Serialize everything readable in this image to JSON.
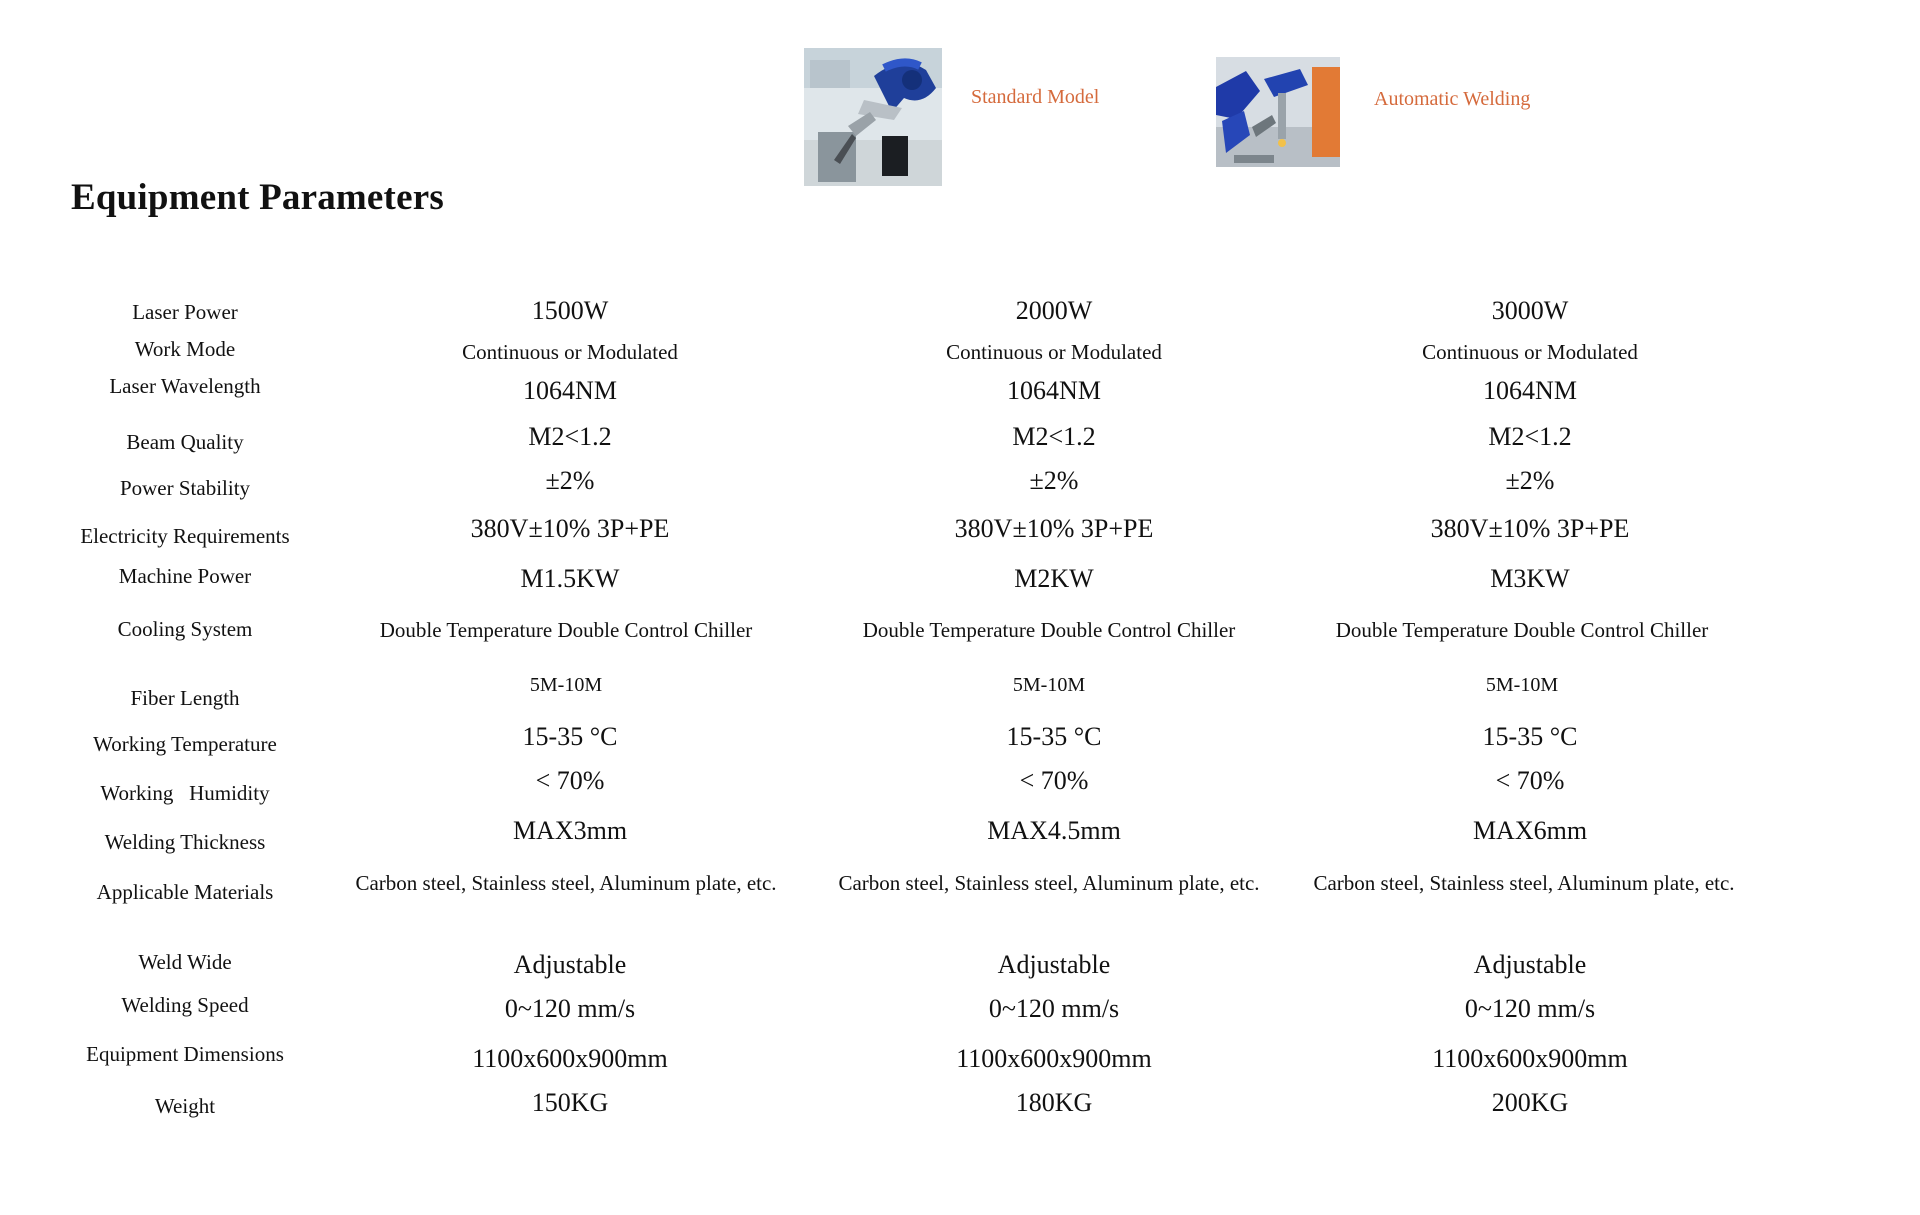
{
  "header": {
    "cards": [
      {
        "label": "Standard Model"
      },
      {
        "label": "Automatic Welding"
      }
    ]
  },
  "title": "Equipment Parameters",
  "rows": [
    {
      "label": "Laser Power",
      "values": [
        "1500W",
        "2000W",
        "3000W"
      ]
    },
    {
      "label": "Work Mode",
      "values": [
        "Continuous or Modulated",
        "Continuous or Modulated",
        "Continuous or Modulated"
      ]
    },
    {
      "label": "Laser Wavelength",
      "values": [
        "1064NM",
        "1064NM",
        "1064NM"
      ]
    },
    {
      "label": "Beam Quality",
      "values": [
        "M2<1.2",
        "M2<1.2",
        "M2<1.2"
      ]
    },
    {
      "label": "Power Stability",
      "values": [
        "±2%",
        "±2%",
        "±2%"
      ]
    },
    {
      "label": "Electricity Requirements",
      "values": [
        "380V±10% 3P+PE",
        "380V±10% 3P+PE",
        "380V±10% 3P+PE"
      ]
    },
    {
      "label": "Machine Power",
      "values": [
        "M1.5KW",
        "M2KW",
        "M3KW"
      ]
    },
    {
      "label": "Cooling System",
      "values": [
        "Double Temperature Double Control Chiller",
        "Double Temperature Double Control Chiller",
        "Double Temperature Double Control Chiller"
      ]
    },
    {
      "label": "Fiber Length",
      "values": [
        "5M-10M",
        "5M-10M",
        "5M-10M"
      ]
    },
    {
      "label": "Working Temperature",
      "values": [
        "15-35 °C",
        "15-35 °C",
        "15-35 °C"
      ]
    },
    {
      "label": "Working   Humidity",
      "values": [
        "< 70%",
        "< 70%",
        "< 70%"
      ]
    },
    {
      "label": "Welding Thickness",
      "values": [
        "MAX3mm",
        "MAX4.5mm",
        "MAX6mm"
      ]
    },
    {
      "label": "Applicable Materials",
      "values": [
        "Carbon steel, Stainless steel, Aluminum plate, etc.",
        "Carbon steel, Stainless steel, Aluminum plate, etc.",
        "Carbon steel, Stainless steel, Aluminum plate, etc."
      ]
    },
    {
      "label": "Weld Wide",
      "values": [
        "Adjustable",
        "Adjustable",
        "Adjustable"
      ]
    },
    {
      "label": "Welding Speed",
      "values": [
        "0~120 mm/s",
        "0~120 mm/s",
        "0~120 mm/s"
      ]
    },
    {
      "label": "Equipment Dimensions",
      "values": [
        "1100x600x900mm",
        "1100x600x900mm",
        "1100x600x900mm"
      ]
    },
    {
      "label": "Weight",
      "values": [
        "150KG",
        "180KG",
        "200KG"
      ]
    }
  ]
}
